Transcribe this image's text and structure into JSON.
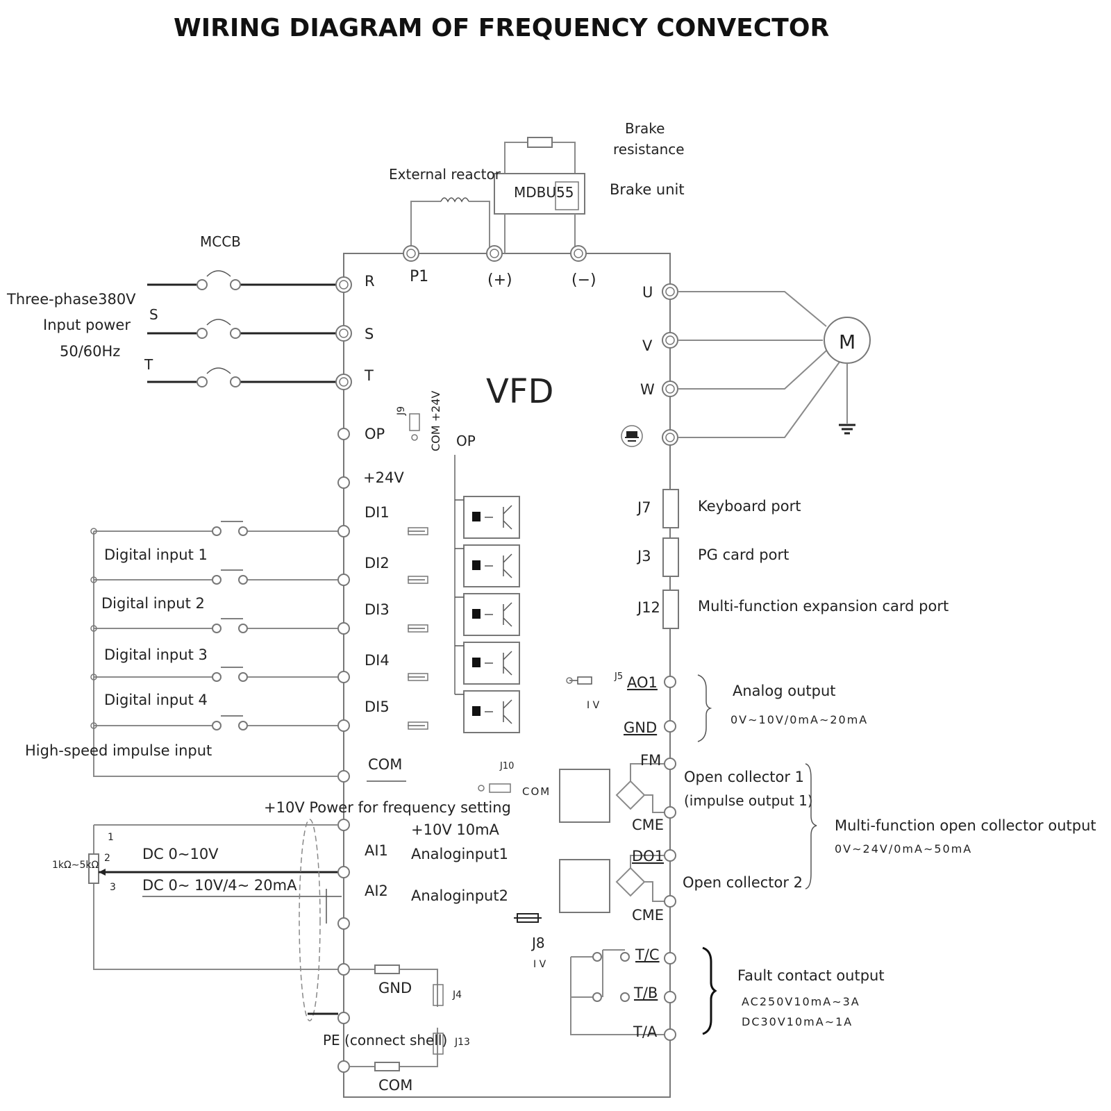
{
  "title": "WIRING DIAGRAM OF FREQUENCY CONVECTOR",
  "center_label": "VFD",
  "top": {
    "brake_resistance": [
      "Brake",
      "resistance"
    ],
    "external_reactor": "External reactor",
    "brake_unit_model": "MDBU55",
    "brake_unit": "Brake unit",
    "terminals": [
      "P1",
      "(+)",
      "(−)"
    ]
  },
  "input": {
    "breaker": "MCCB",
    "power_lines": [
      "Three-phase380V",
      "Input power",
      "50/60Hz"
    ],
    "phase_labels": [
      "S",
      "T"
    ],
    "terminals": [
      "R",
      "S",
      "T"
    ]
  },
  "jumper_j9": {
    "name": "J9",
    "label": "COM +24V",
    "op": "OP"
  },
  "left_terminals": [
    "OP",
    "+24V",
    "DI1",
    "DI2",
    "DI3",
    "DI4",
    "DI5",
    "COM"
  ],
  "digital_inputs": [
    "Digital input 1",
    "Digital input 2",
    "Digital input 3",
    "Digital input 4",
    "High-speed impulse input"
  ],
  "analog_in": {
    "power_label": "+10V Power for frequency setting",
    "power_rating": "+10V 10mA",
    "pot_value": "1kΩ∼5kΩ",
    "pins": [
      "1",
      "2",
      "3"
    ],
    "dc1": "DC 0∼10V",
    "dc2": "DC 0∼ 10V/4∼ 20mA",
    "ai1": "AI1",
    "ai1_desc": "Analoginput1",
    "ai2": "AI2",
    "ai2_desc": "Analoginput2",
    "gnd": "GND",
    "j4": "J4",
    "pe": "PE (connect shell)",
    "j13": "J13",
    "com": "COM"
  },
  "motor": {
    "terminals": [
      "U",
      "V",
      "W"
    ],
    "motor_label": "M"
  },
  "ports": [
    {
      "id": "J7",
      "label": "Keyboard port"
    },
    {
      "id": "J3",
      "label": "PG card port"
    },
    {
      "id": "J12",
      "label": "Multi-function expansion card port"
    }
  ],
  "analog_output": {
    "jumper": "J5",
    "jumper_sub": "I V",
    "terminals": [
      "AO1",
      "GND"
    ],
    "label": "Analog output",
    "spec": "0V∼10V/0mA∼20mA"
  },
  "open_collector": {
    "j10": "J10",
    "j10_com": "COM",
    "terminals": [
      "FM",
      "CME",
      "DO1",
      "CME"
    ],
    "oc1": "Open collector 1",
    "oc1_sub": "(impulse output 1)",
    "oc2": "Open collector 2",
    "group_label": "Multi-function open collector output",
    "group_spec": "0V∼24V/0mA∼50mA",
    "j8": "J8",
    "j8_sub": "I V"
  },
  "fault": {
    "terminals": [
      "T/C",
      "T/B",
      "T/A"
    ],
    "label": "Fault contact output",
    "spec1": "AC250V10mA∼3A",
    "spec2": "DC30V10mA∼1A"
  }
}
